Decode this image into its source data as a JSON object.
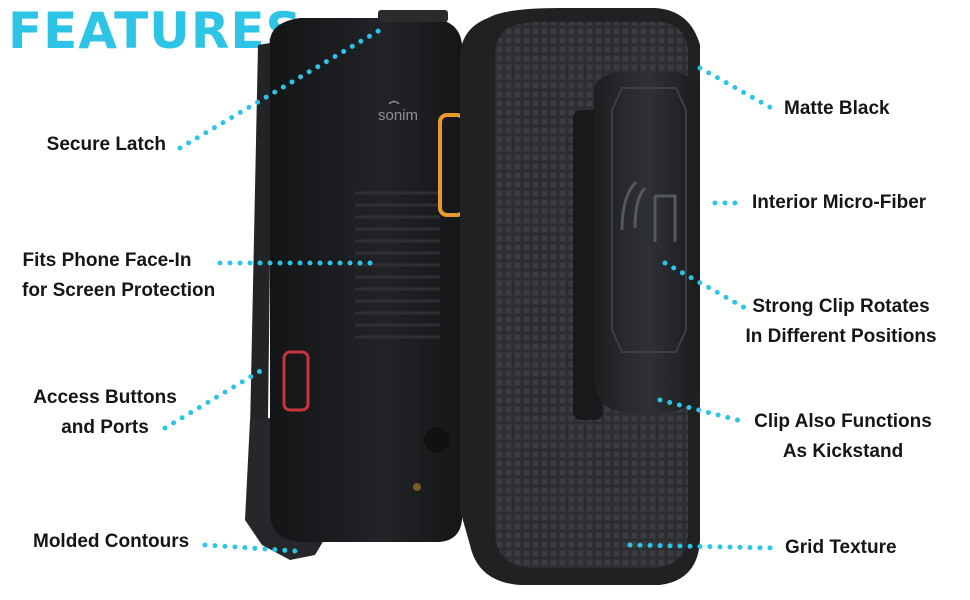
{
  "title": "FEATURES",
  "colors": {
    "accent": "#2ec4e6",
    "holster": "#2a2b2d",
    "phone": "#1b1c1e",
    "orange": "#e79a2b",
    "red": "#c7343a"
  },
  "phone": {
    "brand": "sonim"
  },
  "features_left": [
    "Secure Latch",
    "Fits Phone Face-In\nfor Screen Protection",
    "Access Buttons\nand Ports",
    "Molded Contours"
  ],
  "features_right": [
    "Matte Black",
    "Interior Micro-Fiber",
    "Strong Clip Rotates\nIn Different Positions",
    "Clip Also Functions\nAs Kickstand",
    "Grid Texture"
  ]
}
